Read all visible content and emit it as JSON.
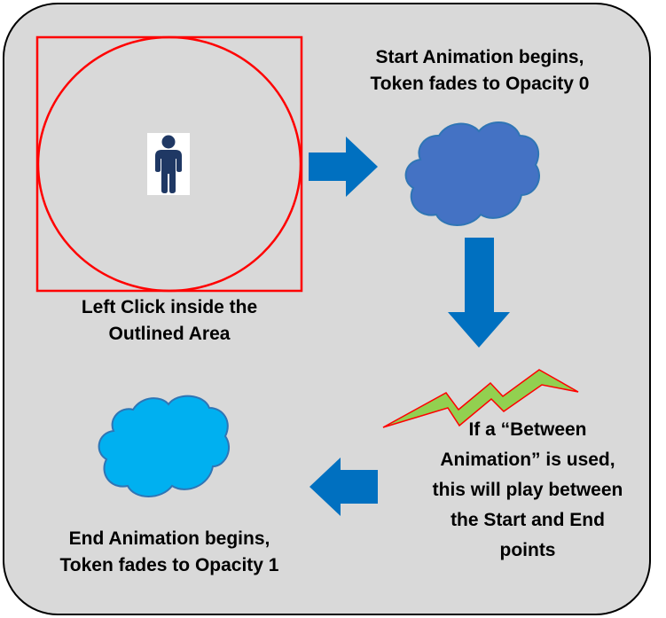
{
  "colors": {
    "panel_bg": "#d9d9d9",
    "outline_red": "#ff0000",
    "arrow_blue": "#0070c0",
    "start_cloud": "#4472c4",
    "end_cloud": "#00b0f0",
    "lightning_fill": "#92d050",
    "token_icon": "#1f3864"
  },
  "icons": {
    "token": "person-icon",
    "start_cloud": "cloud-icon",
    "end_cloud": "cloud-icon",
    "between": "lightning-bolt-icon"
  },
  "steps": {
    "click": {
      "line1": "Left Click inside the",
      "line2": "Outlined Area"
    },
    "start": {
      "line1": "Start Animation begins,",
      "line2": "Token fades to Opacity 0"
    },
    "between": {
      "line1": "If a “Between",
      "line2": "Animation” is used,",
      "line3": "this will play between",
      "line4": "the Start and End",
      "line5": "points"
    },
    "end": {
      "line1": "End Animation begins,",
      "line2": "Token fades to Opacity 1"
    }
  }
}
